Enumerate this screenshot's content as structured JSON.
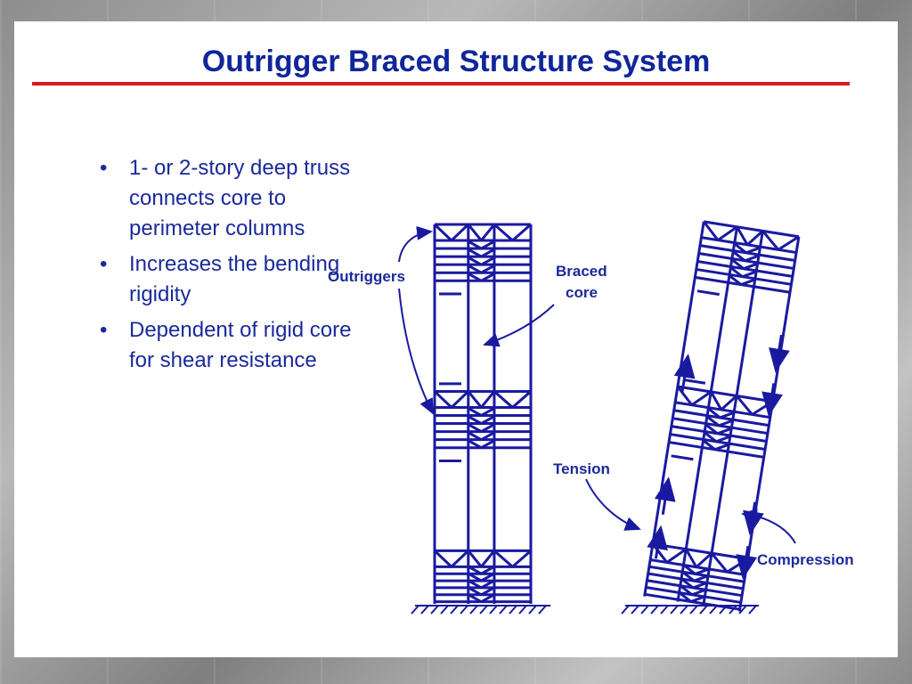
{
  "slide": {
    "title": "Outrigger Braced Structure System",
    "bullets": [
      "1- or 2-story deep truss connects core to perimeter columns",
      "Increases the bending rigidity",
      "Dependent of rigid core for shear resistance"
    ]
  },
  "diagram": {
    "labels": {
      "outriggers": "Outriggers",
      "braced_core_line1": "Braced",
      "braced_core_line2": "core",
      "tension": "Tension",
      "compression": "Compression"
    }
  },
  "colors": {
    "title": "#10269a",
    "rule": "#e0161b",
    "structure": "#1a1aa0",
    "text": "#1a2a9a"
  }
}
